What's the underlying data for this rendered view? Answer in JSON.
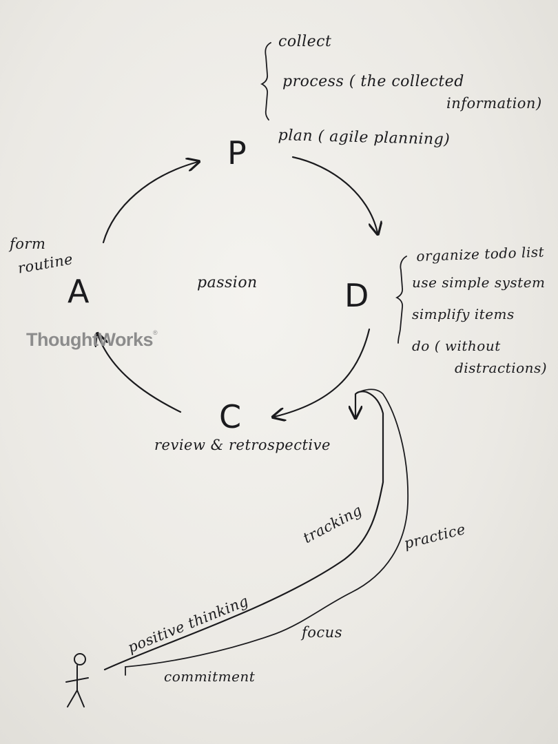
{
  "stages": {
    "p": {
      "letter": "P"
    },
    "d": {
      "letter": "D"
    },
    "c": {
      "letter": "C"
    },
    "a": {
      "letter": "A"
    }
  },
  "center_label": "passion",
  "plan_notes": {
    "collect": "collect",
    "process_line1": "process ( the collected",
    "process_line2": "information)",
    "plan": "plan ( agile planning)"
  },
  "do_notes": {
    "item1": "organize todo list",
    "item2": "use simple system",
    "item3": "simplify  items",
    "item4_line1": "do ( without",
    "item4_line2": "distractions)"
  },
  "check_note": "review & retrospective",
  "act_note_line1": "form",
  "act_note_line2": "routine",
  "path_labels": {
    "tracking": "tracking",
    "practice": "practice",
    "positive_thinking": "positive thinking",
    "focus": "focus",
    "commitment": "commitment"
  },
  "logo": {
    "text": "ThoughtWorks",
    "mark": "®"
  },
  "colors": {
    "ink": "#1b1b1e",
    "paper": "#ecebe7",
    "logo": "#8c8c8c"
  }
}
